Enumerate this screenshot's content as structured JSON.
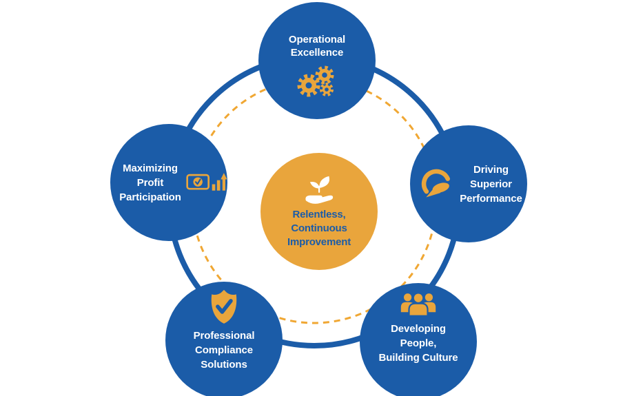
{
  "colors": {
    "blue": "#1B5CA8",
    "gold": "#E9A53C",
    "dash-gold": "#F0A733",
    "white": "#FFFFFF"
  },
  "diagram": {
    "center_node": {
      "icon": "hand-holding-plant-icon",
      "lines": [
        "Relentless,",
        "Continuous",
        "Improvement"
      ]
    },
    "nodes": [
      {
        "id": "operational-excellence",
        "icon": "gears-icon",
        "lines": [
          "Operational",
          "Excellence"
        ]
      },
      {
        "id": "driving-superior-performance",
        "icon": "speedometer-icon",
        "lines": [
          "Driving",
          "Superior",
          "Performance"
        ]
      },
      {
        "id": "developing-people-building-culture",
        "icon": "people-group-icon",
        "lines": [
          "Developing",
          "People,",
          "Building Culture"
        ]
      },
      {
        "id": "professional-compliance-solutions",
        "icon": "shield-check-icon",
        "lines": [
          "Professional",
          "Compliance",
          "Solutions"
        ]
      },
      {
        "id": "maximizing-profit-participation",
        "icon": "money-growth-icon",
        "lines": [
          "Maximizing",
          "Profit",
          "Participation"
        ]
      }
    ]
  }
}
